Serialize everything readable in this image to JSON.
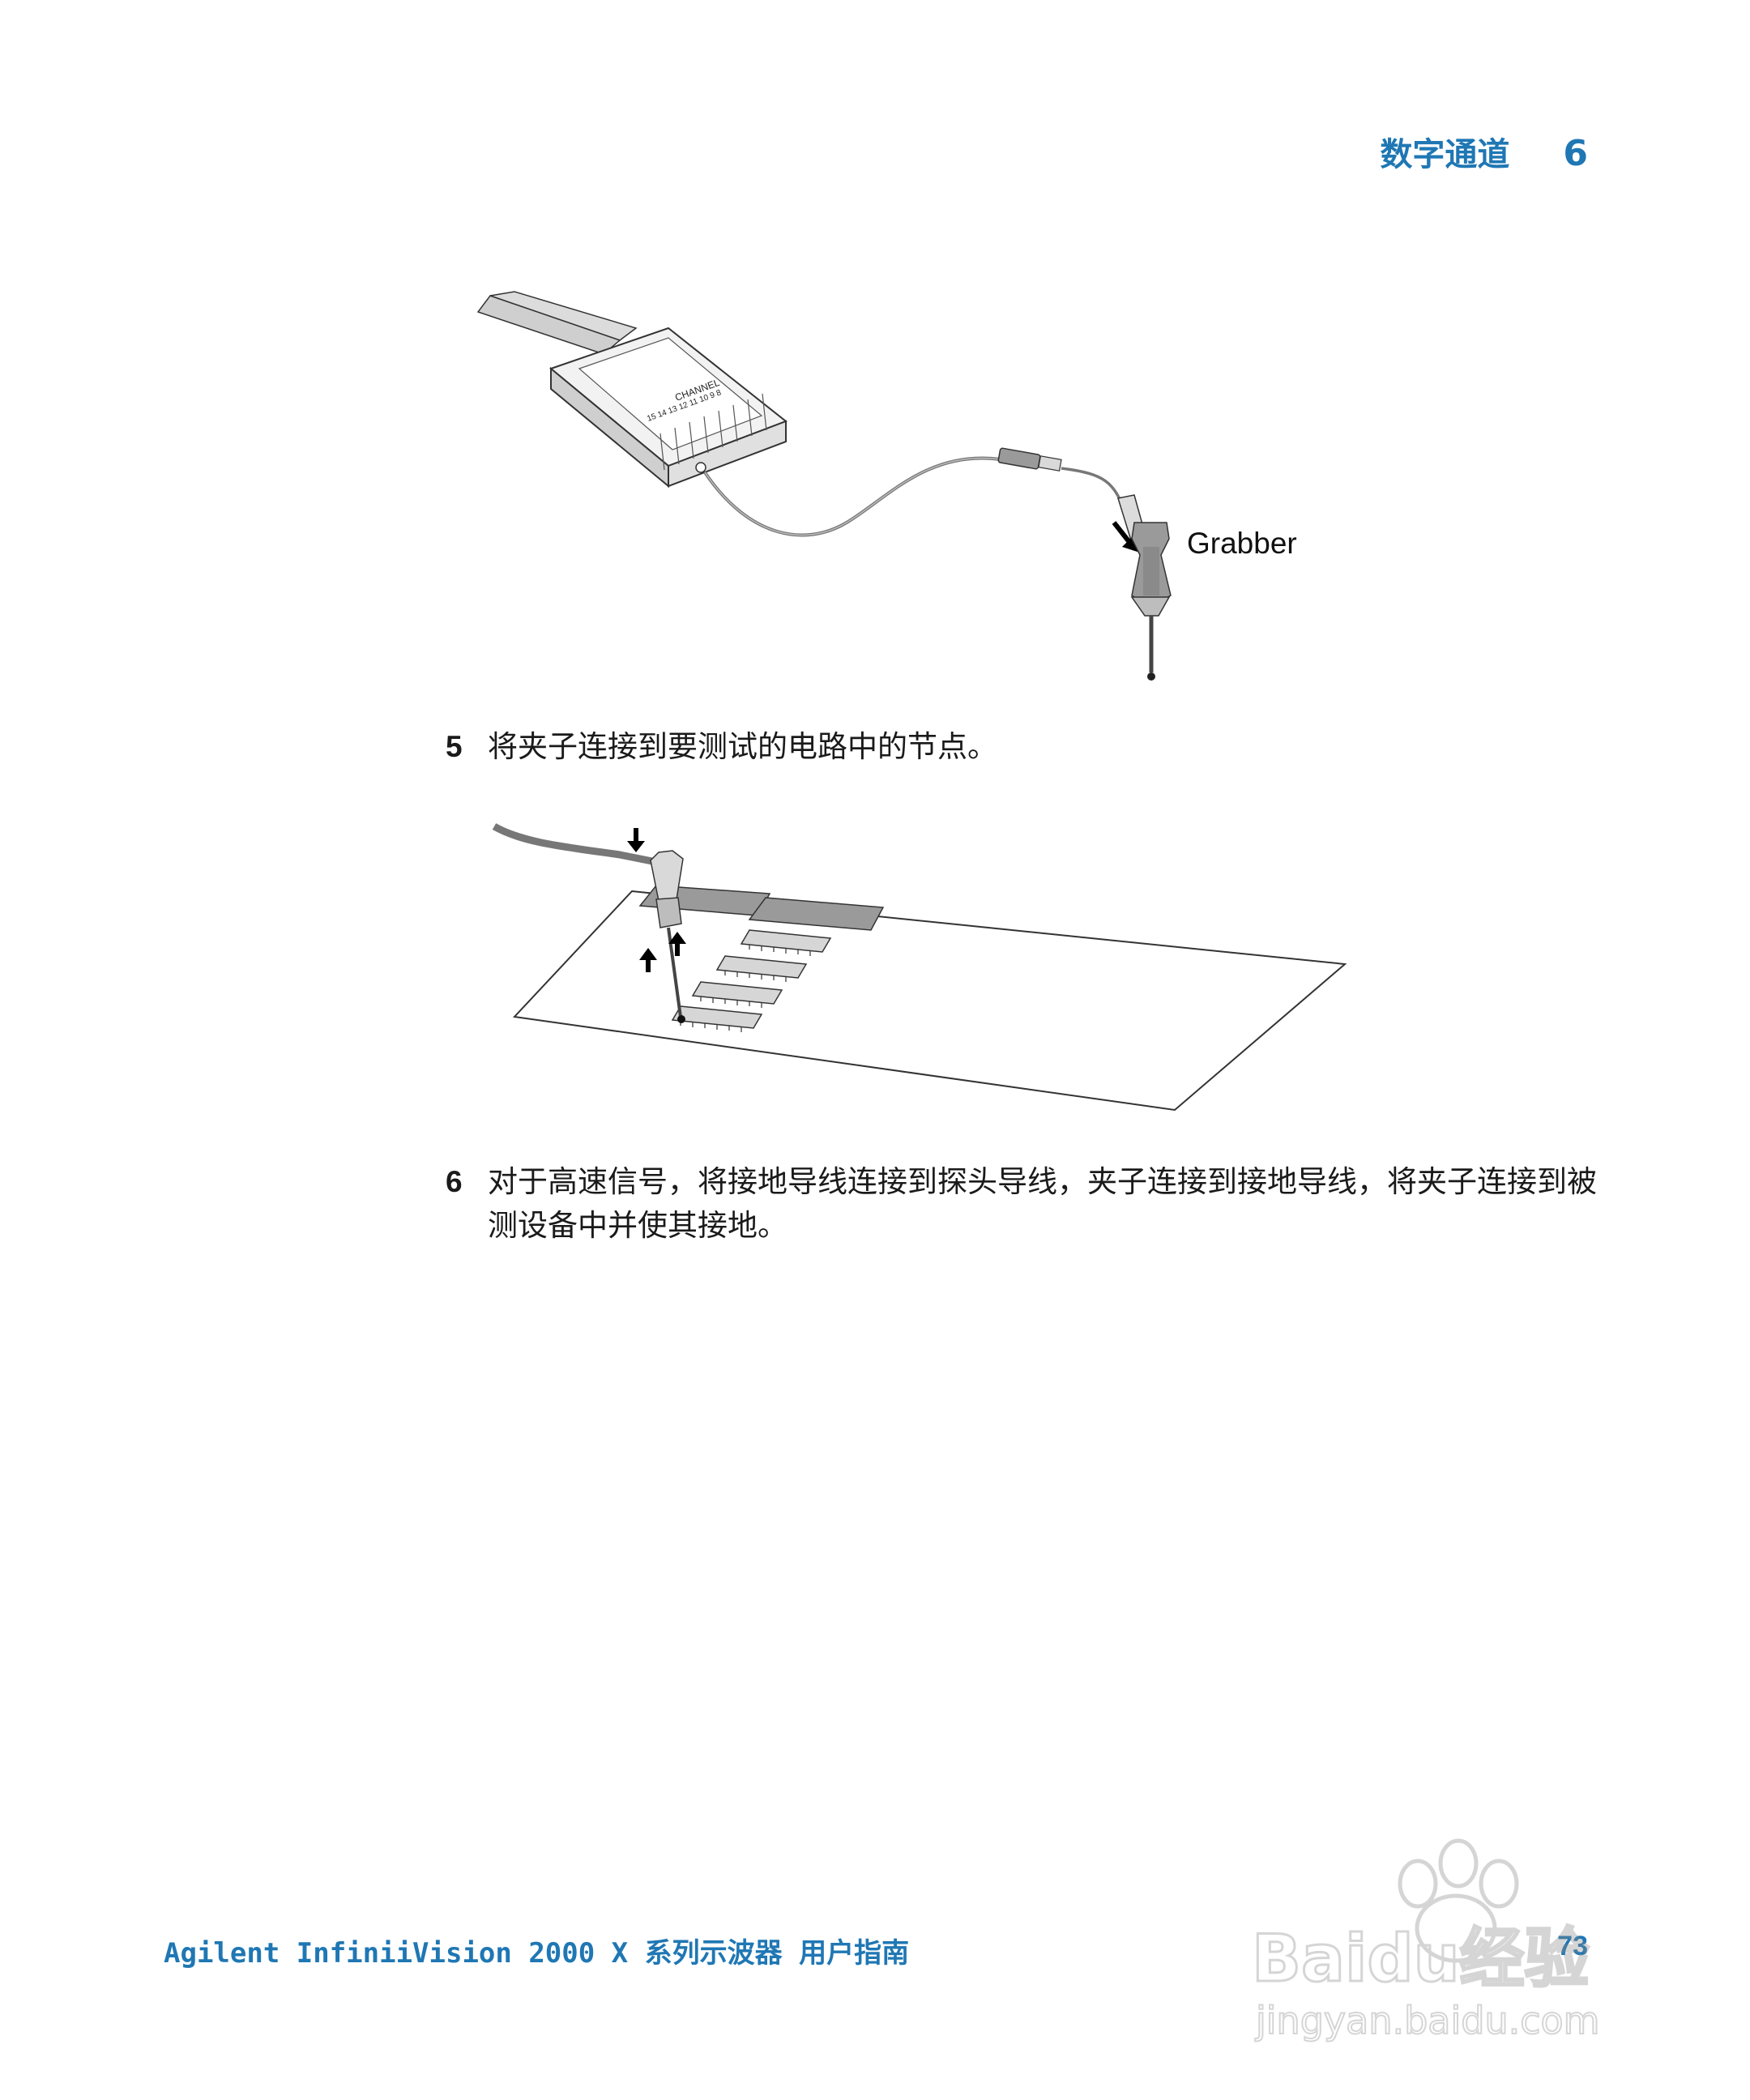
{
  "header": {
    "section_title": "数字通道",
    "chapter_number": "6"
  },
  "figure1": {
    "callout_label": "Grabber",
    "pod_label": "CHANNEL",
    "pod_channels": "15 14 13 12 11 10 9 8"
  },
  "steps": [
    {
      "number": "5",
      "text": "将夹子连接到要测试的电路中的节点。"
    },
    {
      "number": "6",
      "text": "对于高速信号，将接地导线连接到探头导线，夹子连接到接地导线，将夹子连接到被测设备中并使其接地。"
    }
  ],
  "footer": {
    "manual_title": "Agilent InfiniiVision 2000 X 系列示波器 用户指南",
    "page_number": "73"
  },
  "watermark": {
    "brand": "Baidu经验",
    "url": "jingyan.baidu.com"
  }
}
